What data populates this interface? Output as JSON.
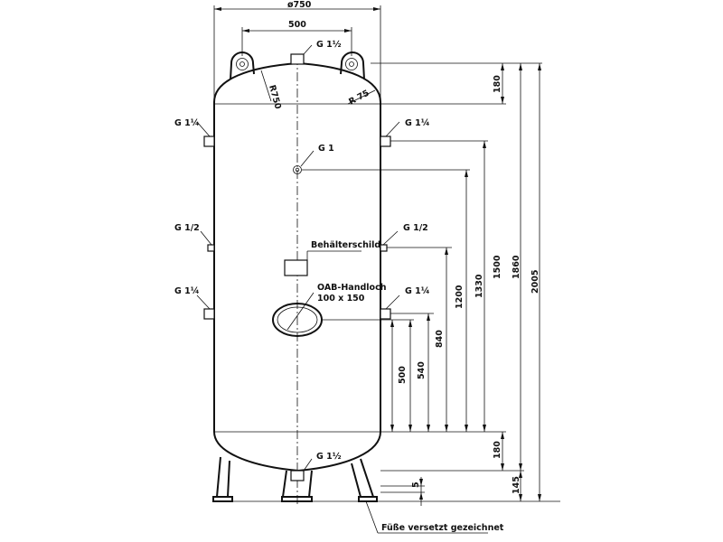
{
  "drawing": {
    "dimensions": {
      "diameter": "ø750",
      "lug_spacing": "500",
      "head_radius": "R750",
      "knuckle_radius": "R 75",
      "top_head": "180",
      "bottom_head": "180",
      "h_1500": "1500",
      "h_1860": "1860",
      "h_2005": "2005",
      "h_1330": "1330",
      "h_1200": "1200",
      "h_840": "840",
      "h_540": "540",
      "h_500": "500",
      "feet_145": "145",
      "gap_5": "5"
    },
    "connections": {
      "top": "G 1½",
      "upper_left": "G 1¼",
      "upper_right": "G 1¼",
      "thermometer": "G 1",
      "mid_left": "G 1/2",
      "mid_right": "G 1/2",
      "lower_left": "G 1¼",
      "lower_right": "G 1¼",
      "bottom": "G 1½"
    },
    "labels": {
      "nameplate": "Behälterschild",
      "handhole_title": "OAB-Handloch",
      "handhole_size": "100 x 150",
      "feet_note": "Füße versetzt gezeichnet"
    }
  }
}
